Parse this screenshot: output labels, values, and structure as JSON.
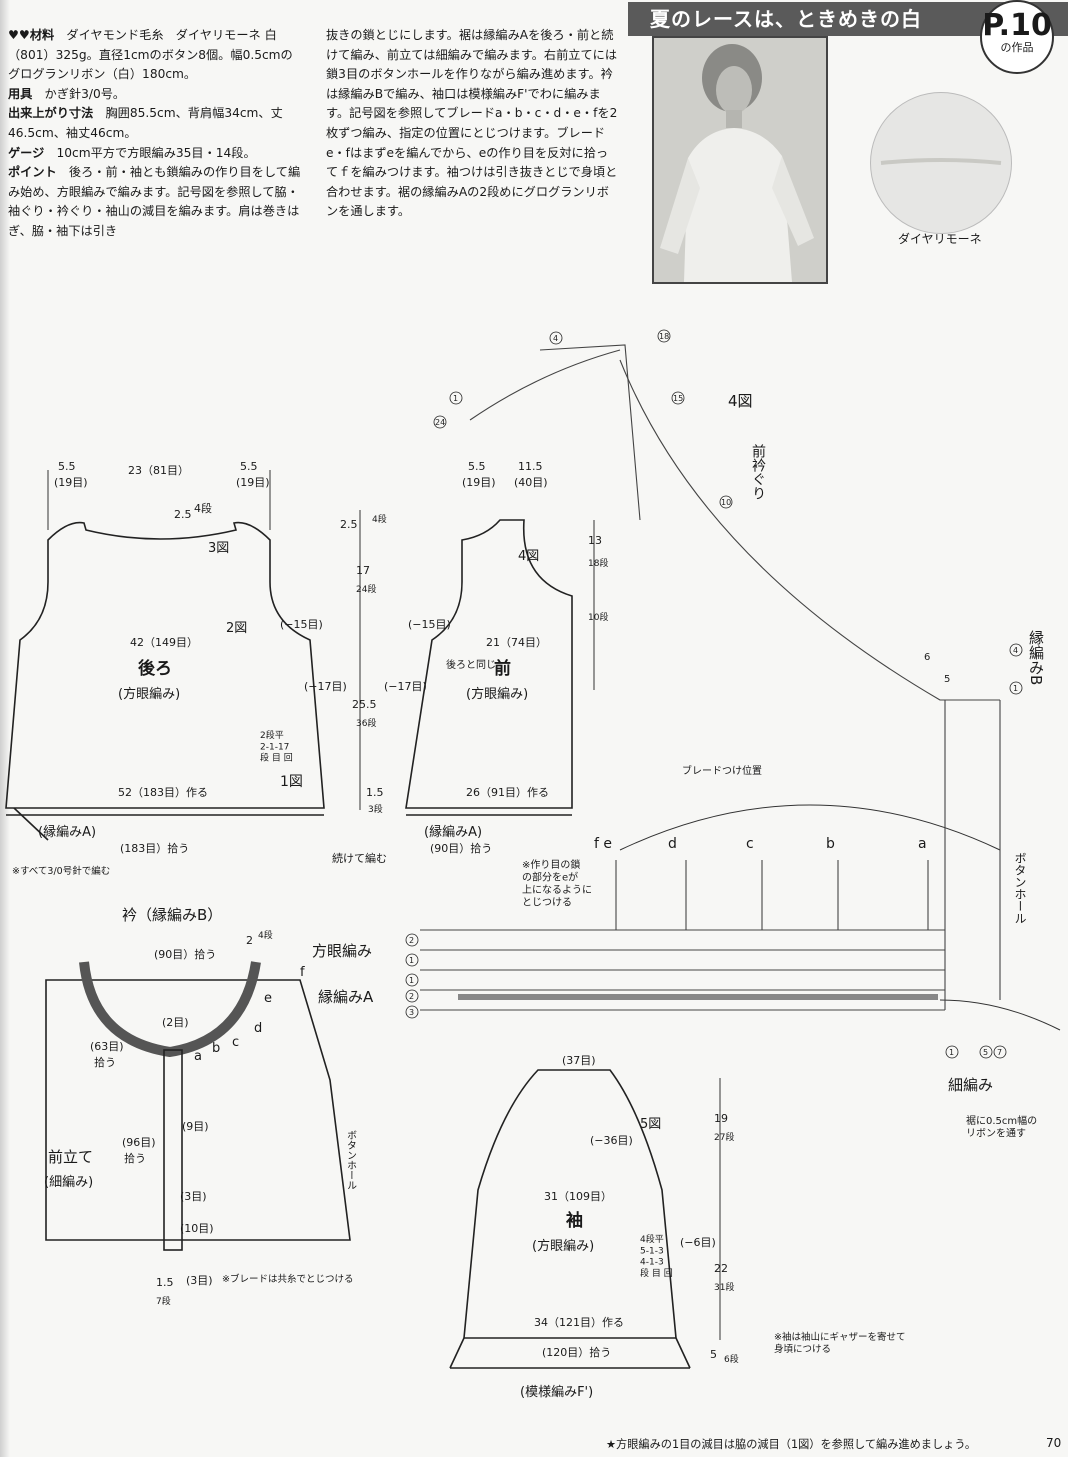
{
  "header": {
    "title": "夏のレースは、ときめきの白",
    "page_no": "P.10",
    "page_tag": "の作品"
  },
  "text": {
    "col1": [
      {
        "h": "♥♥材料",
        "t": "　ダイヤモンド毛糸　ダイヤリモーネ 白（801）325g。直径1cmのボタン8個。幅0.5cmのグログランリボン（白）180cm。"
      },
      {
        "h": "用具",
        "t": "　かぎ針3/0号。"
      },
      {
        "h": "出来上がり寸法",
        "t": "　胸囲85.5cm、背肩幅34cm、丈46.5cm、袖丈46cm。"
      },
      {
        "h": "ゲージ",
        "t": "　10cm平方で方眼編み35目・14段。"
      },
      {
        "h": "ポイント",
        "t": "　後ろ・前・袖とも鎖編みの作り目をして編み始め、方眼編みで編みます。記号図を参照して脇・袖ぐり・衿ぐり・袖山の減目を編みます。肩は巻きはぎ、脇・袖下は引き"
      }
    ],
    "col2": "抜きの鎖とじにします。裾は縁編みAを後ろ・前と続けて編み、前立ては細編みで編みます。右前立てには鎖3目のボタンホールを作りながら編み進めます。衿は縁編みBで編み、袖口は模様編みF'でわに編みます。記号図を参照してブレードa・b・c・d・e・fを2枚ずつ編み、指定の位置にとじつけます。ブレードe・fはまずeを編んでから、eの作り目を反対に拾ってｆを編みつけます。袖つけは引き抜きとじで身頃と合わせます。裾の縁編みAの2段めにグログランリボンを通します。"
  },
  "yarn_label": "ダイヤリモーネ",
  "diagram": {
    "back": {
      "w_top_l": "5.5",
      "w_top_l_s": "(19目)",
      "w_top_m": "23（81目）",
      "w_top_r": "5.5",
      "w_top_r_s": "(19目)",
      "neck": "2.5",
      "neck_s": "4段",
      "fig3": "3図",
      "fig2": "2図",
      "fig1": "1図",
      "dec15": "(−15目)",
      "dec17": "(−17目)",
      "width": "42（149目）",
      "title": "後ろ",
      "sub": "(方眼編み)",
      "rule": "2段平\n2-1-17\n段 目 回",
      "cast": "52（183目）作る",
      "border": "(縁編みA)",
      "pick": "(183目）拾う",
      "note": "※すべて3/0号針で編む"
    },
    "front": {
      "w_top_l": "5.5",
      "w_top_l_s": "(19目)",
      "w_top_r": "11.5",
      "w_top_r_s": "(40目)",
      "fig4": "4図",
      "h1": "2.5",
      "h1_s": "4段",
      "h2": "17",
      "h2_s": "24段",
      "h3": "25.5",
      "h3_s": "36段",
      "h4": "1.5",
      "h4_s": "3段",
      "h5": "13",
      "h5_s": "18段",
      "h6": "10段",
      "dec15": "(−15目)",
      "dec17": "(−17目)",
      "width": "21（74目）",
      "same": "後ろと同じ",
      "title": "前",
      "sub": "(方眼編み)",
      "cast": "26（91目）作る",
      "border": "(縁編みA)",
      "pick": "(90目）拾う",
      "cont": "続けて編む"
    },
    "collar": {
      "title": "衿（縁編みB）",
      "pick90": "(90目）拾う",
      "h2": "2",
      "h2_s": "4段",
      "s2": "(2目)",
      "s63": "(63目)",
      "s63b": "拾う",
      "s9": "(9目)",
      "s96": "(96目)",
      "s96b": "拾う",
      "s3": "(3目)",
      "s10": "(10目)",
      "s3b": "(3目)",
      "band": "前立て",
      "band_s": "(細編み)",
      "hole": "ボタンホール",
      "w15": "1.5",
      "w15_s": "7段",
      "note": "※ブレードは共糸でとじつける",
      "a": "a",
      "b": "b",
      "c": "c",
      "d": "d",
      "e": "e",
      "f": "f"
    },
    "sleeve": {
      "top": "(37目)",
      "fig5": "5図",
      "dec36": "(−36目)",
      "h19": "19",
      "h19_s": "27段",
      "width": "31（109目）",
      "title": "袖",
      "sub": "(方眼編み)",
      "rule": "4段平\n5-1-3\n4-1-3\n段 目 回",
      "dec6": "(−6目)",
      "h22": "22",
      "h22_s": "31段",
      "cast": "34（121目）作る",
      "pick": "(120目）拾う",
      "h5": "5",
      "h5_s": "6段",
      "border": "(模様編みF')",
      "note": "※袖は袖山にギャザーを寄せて\n身頃につける"
    },
    "chart": {
      "fig4": "4図",
      "neck": "前衿ぐり",
      "borderB": "縁編みB",
      "braid": "ブレードつけ位置",
      "fe": "f e",
      "d": "d",
      "c": "c",
      "b": "b",
      "a": "a",
      "note": "※作り目の鎖\nの部分をeが\n上になるように\nとじつける",
      "hole": "ボタンホール",
      "mesh": "方眼編み",
      "borderA": "縁編みA",
      "sc": "細編み",
      "ribbon": "裾に0.5cm幅の\nリボンを通す",
      "r4": "4",
      "r18": "18",
      "r1": "1",
      "r15": "15",
      "r24": "24",
      "r10": "10",
      "r6": "6",
      "r5": "5",
      "rr4": "4",
      "rr1": "1",
      "m2": "2",
      "m1": "1",
      "a1": "1",
      "a2": "2",
      "a3": "3",
      "s1": "1",
      "s5": "5",
      "s7": "7"
    }
  },
  "footer": "★方眼編みの1目の減目は脇の減目（1図）を参照して編み進めましょう。",
  "page_number": "70"
}
